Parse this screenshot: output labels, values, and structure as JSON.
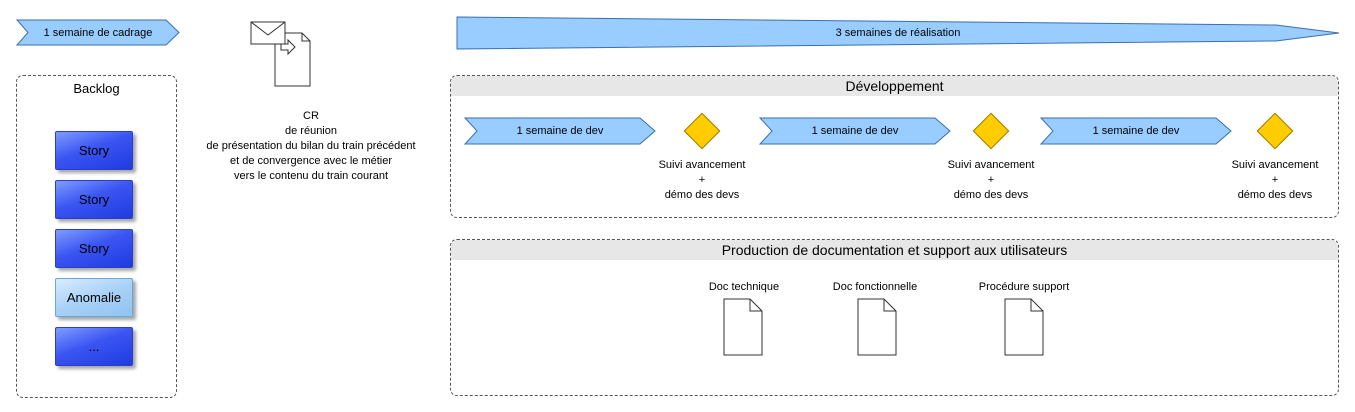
{
  "cadrage": {
    "label": "1 semaine de cadrage"
  },
  "realisation": {
    "label": "3 semaines de réalisation"
  },
  "backlog": {
    "title": "Backlog",
    "items": [
      "Story",
      "Story",
      "Story",
      "Anomalie",
      "..."
    ]
  },
  "cr_note": {
    "lines": [
      "CR",
      "de réunion",
      "de présentation du bilan du train précédent",
      "et de convergence avec le métier",
      "vers le contenu du train courant"
    ]
  },
  "developpement": {
    "title": "Développement",
    "sprints": [
      "1 semaine de dev",
      "1 semaine de dev",
      "1 semaine de dev"
    ],
    "milestones": [
      {
        "lines": [
          "Suivi avancement",
          "+",
          "démo des devs"
        ]
      },
      {
        "lines": [
          "Suivi avancement",
          "+",
          "démo des devs"
        ]
      },
      {
        "lines": [
          "Suivi avancement",
          "+",
          "démo des devs"
        ]
      }
    ]
  },
  "documentation": {
    "title": "Production de documentation et support aux utilisateurs",
    "docs": [
      "Doc technique",
      "Doc fonctionnelle",
      "Procédure support"
    ]
  },
  "colors": {
    "arrow_fill": "#99ccff",
    "arrow_stroke": "#3a6fb0",
    "milestone": "#ffcc00",
    "story": "#3b55f2",
    "anomalie": "#a9d1f7",
    "group_header": "#e7e7e7"
  }
}
